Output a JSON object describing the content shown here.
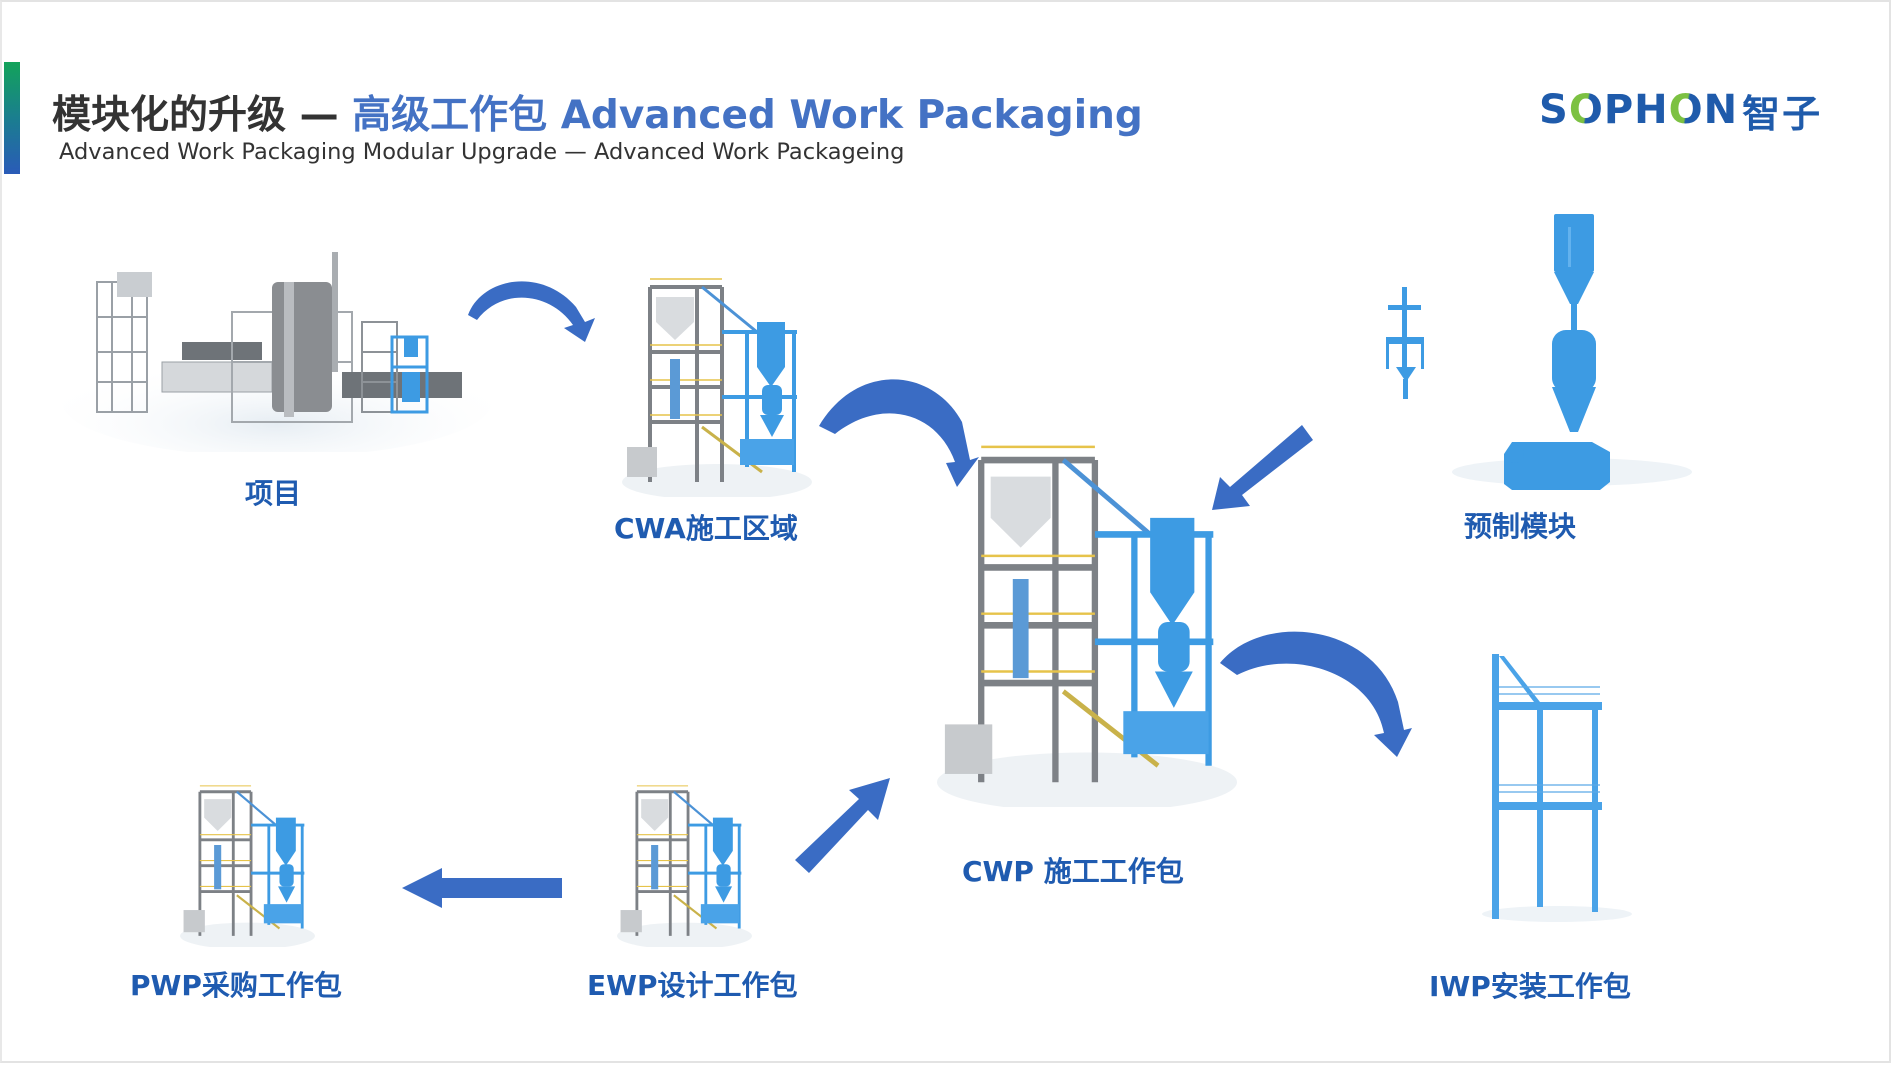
{
  "header": {
    "title_dark": "模块化的升级 — ",
    "title_blue": "高级工作包 Advanced Work Packaging",
    "subtitle": "Advanced Work Packaging Modular Upgrade — Advanced Work Packageing"
  },
  "logo": {
    "letters": [
      "S",
      "O",
      "P",
      "H",
      "O",
      "N"
    ],
    "chinese": "智子",
    "colors": {
      "blue": "#1f5bab",
      "green": "#7cc142"
    }
  },
  "colors": {
    "accent_gradient": [
      "#13a35a",
      "#2a5bb8"
    ],
    "title_dark": "#333333",
    "title_blue": "#4472c4",
    "label_blue": "#1f5bb0",
    "arrow_blue": "#3a6cc4",
    "equipment_blue": "#3d9be3",
    "equipment_gray": "#8a8d91"
  },
  "nodes": [
    {
      "id": "project",
      "label": "项目",
      "image": "full-plant-illustration"
    },
    {
      "id": "cwa",
      "label": "CWA施工区域",
      "image": "plant-tower-illustration"
    },
    {
      "id": "prefab",
      "label": "预制模块",
      "image": "prefabricated-module-illustration"
    },
    {
      "id": "cwp",
      "label": "CWP 施工工作包",
      "image": "plant-tower-illustration"
    },
    {
      "id": "iwp",
      "label": "IWP安装工作包",
      "image": "steel-frame-illustration"
    },
    {
      "id": "ewp",
      "label": "EWP设计工作包",
      "image": "plant-tower-illustration"
    },
    {
      "id": "pwp",
      "label": "PWP采购工作包",
      "image": "plant-tower-illustration"
    }
  ],
  "flows": [
    {
      "from": "project",
      "to": "cwa",
      "style": "curved"
    },
    {
      "from": "cwa",
      "to": "cwp",
      "style": "curved"
    },
    {
      "from": "prefab",
      "to": "cwp",
      "style": "straight"
    },
    {
      "from": "cwp",
      "to": "iwp",
      "style": "curved"
    },
    {
      "from": "ewp",
      "to": "cwp",
      "style": "straight"
    },
    {
      "from": "ewp",
      "to": "pwp",
      "style": "straight"
    }
  ]
}
